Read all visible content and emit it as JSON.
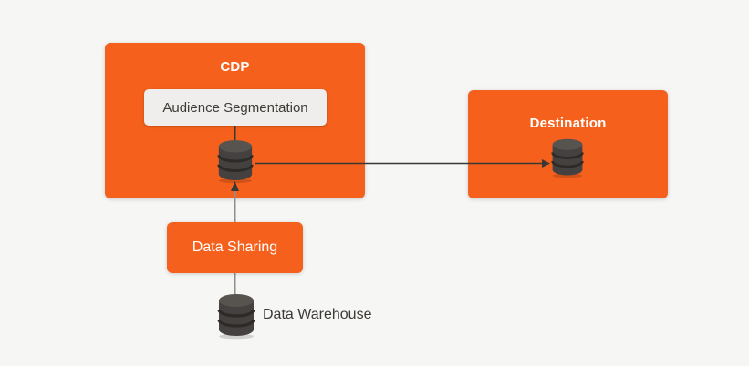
{
  "nodes": {
    "cdp": {
      "label": "CDP"
    },
    "audience_segmentation": {
      "label": "Audience Segmentation"
    },
    "destination": {
      "label": "Destination"
    },
    "data_sharing": {
      "label": "Data Sharing"
    },
    "data_warehouse": {
      "label": "Data Warehouse"
    }
  },
  "edges": [
    {
      "from": "cdp",
      "to": "destination",
      "style": "arrow-right"
    },
    {
      "from": "data_warehouse",
      "to": "cdp",
      "via": "data_sharing",
      "style": "arrow-up"
    },
    {
      "from": "audience_segmentation",
      "to": "cdp-database",
      "style": "plain-line"
    }
  ],
  "icons": [
    {
      "name": "database-icon",
      "node": "cdp"
    },
    {
      "name": "database-icon",
      "node": "destination"
    },
    {
      "name": "database-icon",
      "node": "data_warehouse"
    }
  ],
  "colors": {
    "background": "#F6F6F4",
    "accent_orange": "#F5611C",
    "panel_light": "#EFEEEC",
    "text_on_orange": "#FFFFFF",
    "text_dark": "#3B3936",
    "cylinder_body": "#454140",
    "cylinder_top": "#57534F",
    "cylinder_groove": "#2D2B28",
    "connector_dark": "#3A3834",
    "connector_gray": "#8F8F8D"
  }
}
